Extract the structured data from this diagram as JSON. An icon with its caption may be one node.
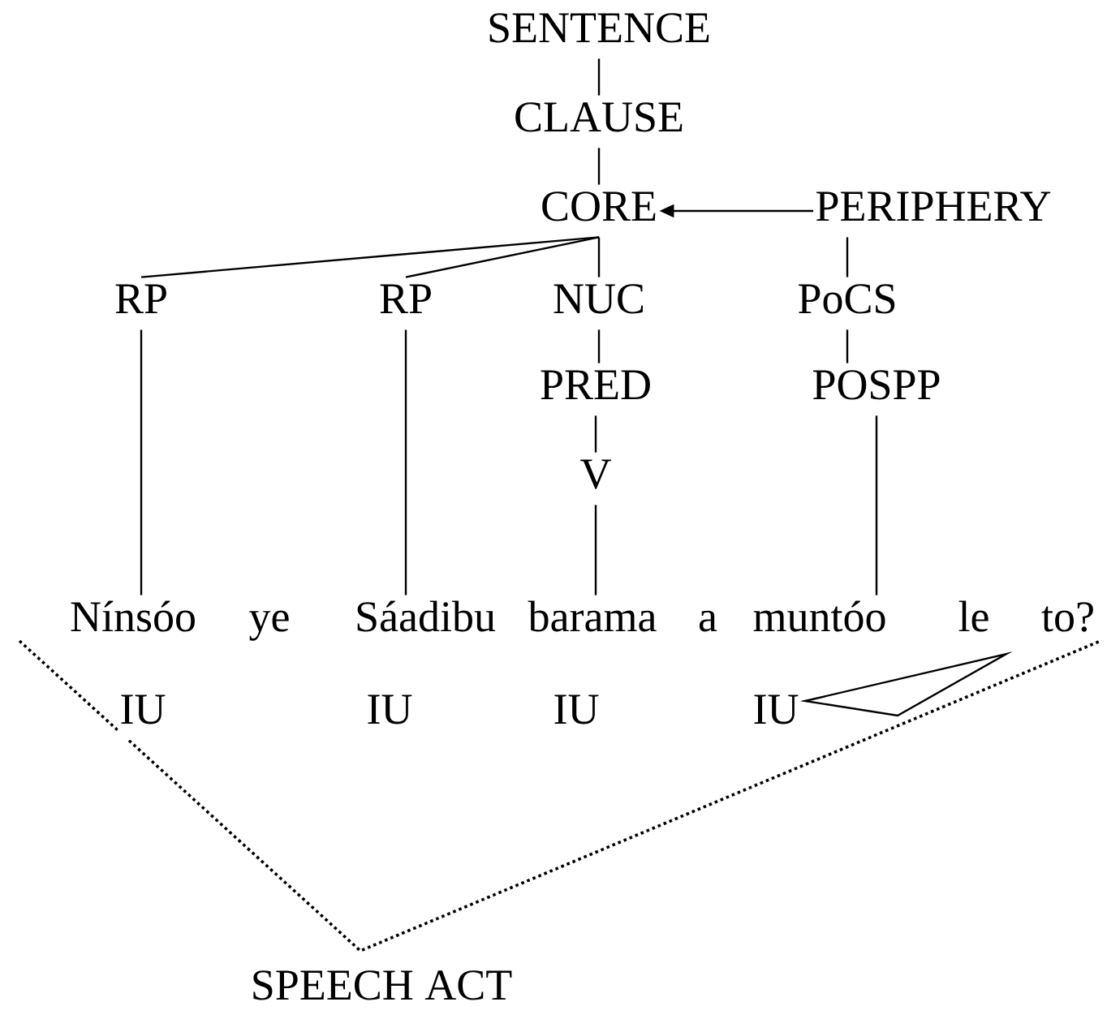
{
  "diagram": {
    "nodes": [
      {
        "text": [
          "SENTENCE"
        ]
      },
      {
        "text": [
          "CLAUSE"
        ]
      },
      {
        "text": [
          "CORE"
        ]
      },
      {
        "text": [
          "PERIPHERY"
        ]
      },
      {
        "text": [
          "RP"
        ]
      },
      {
        "text": [
          "RP"
        ]
      },
      {
        "text": [
          "NUC"
        ]
      },
      {
        "text": [
          "PoCS"
        ]
      },
      {
        "text": [
          "PRED"
        ]
      },
      {
        "text": [
          "POSPP"
        ]
      },
      {
        "text": [
          "V"
        ]
      },
      {
        "text": [
          "Nínsóo"
        ]
      },
      {
        "text": [
          "ye"
        ]
      },
      {
        "text": [
          "Sáadibu"
        ]
      },
      {
        "text": [
          "barama"
        ]
      },
      {
        "text": [
          "a"
        ]
      },
      {
        "text": [
          "muntóo"
        ]
      },
      {
        "text": [
          "le"
        ]
      },
      {
        "text": [
          "to?"
        ]
      }
    ],
    "edges": [
      {
        "from": 0,
        "to": 1,
        "arrow": "none"
      },
      {
        "from": 1,
        "to": 2,
        "arrow": "none"
      },
      {
        "from": 3,
        "to": 2,
        "arrow": "to"
      },
      {
        "from": 2,
        "to": 4,
        "arrow": "none"
      },
      {
        "from": 2,
        "to": 5,
        "arrow": "none"
      },
      {
        "from": 2,
        "to": 6,
        "arrow": "none"
      },
      {
        "from": 3,
        "to": 7,
        "arrow": "none"
      },
      {
        "from": 6,
        "to": 8,
        "arrow": "none"
      },
      {
        "from": 7,
        "to": 9,
        "arrow": "none"
      },
      {
        "from": 8,
        "to": 10,
        "arrow": "none"
      },
      {
        "from": 4,
        "to": 11,
        "arrow": "none"
      },
      {
        "from": 5,
        "to": 13,
        "arrow": "none"
      },
      {
        "from": 10,
        "to": 14,
        "arrow": "none"
      },
      {
        "from": 9,
        "to": 16,
        "arrow": "none"
      }
    ],
    "labels": [
      "IU",
      "IU",
      "IU",
      "IU",
      "SPEECH ACT"
    ]
  }
}
